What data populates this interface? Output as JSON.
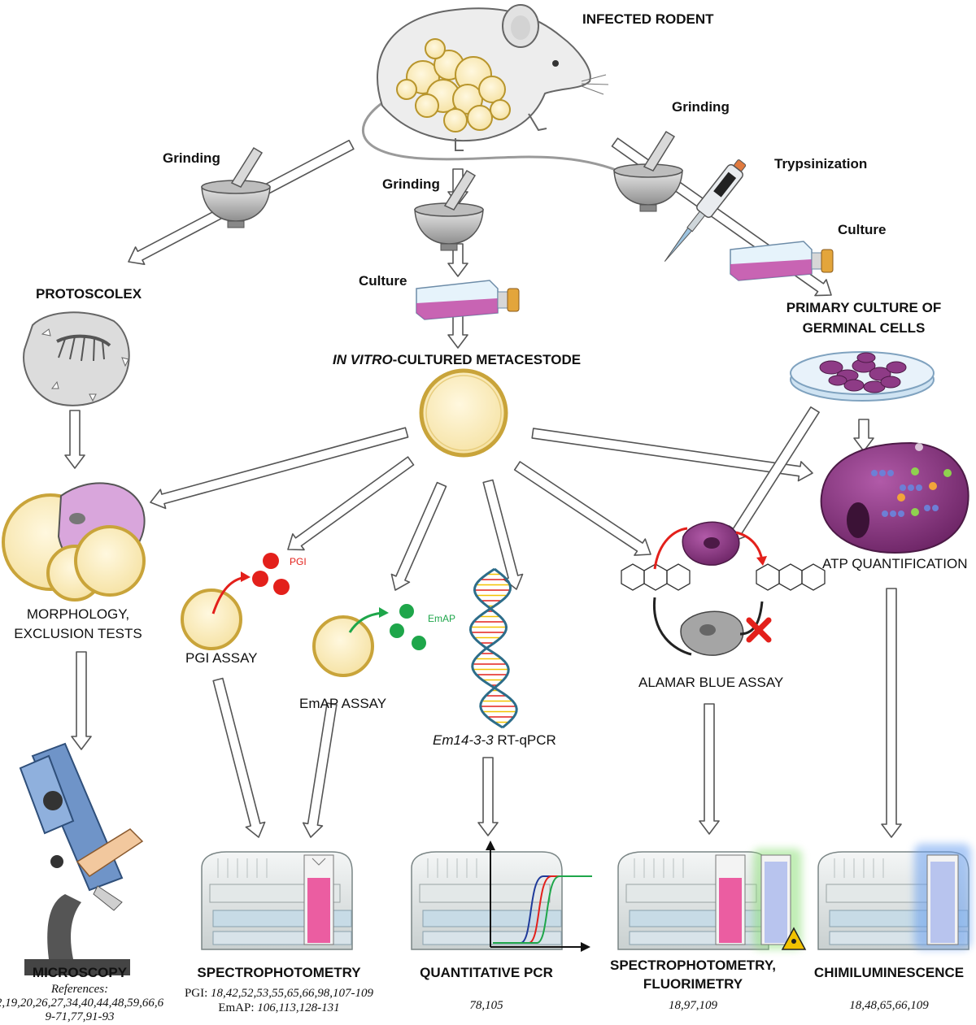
{
  "top": {
    "infected_rodent": "INFECTED RODENT"
  },
  "steps": {
    "grinding_left": "Grinding",
    "grinding_center": "Grinding",
    "grinding_right": "Grinding",
    "trypsinization": "Trypsinization",
    "culture_center": "Culture",
    "culture_right": "Culture"
  },
  "sources": {
    "protoscolex": "PROTOSCOLEX",
    "metacestode_italic": "IN VITRO",
    "metacestode_rest": "-CULTURED METACESTODE",
    "primary_culture_line1": "PRIMARY CULTURE OF",
    "primary_culture_line2": "GERMINAL CELLS"
  },
  "assays": {
    "morphology_line1": "MORPHOLOGY,",
    "morphology_line2": "EXCLUSION TESTS",
    "pgi_assay": "PGI ASSAY",
    "pgi_marker": "PGI",
    "emap_assay": "EmAP ASSAY",
    "emap_marker": "EmAP",
    "qpcr_italic": "Em14-3-3",
    "qpcr_rest": " RT-qPCR",
    "alamar": "ALAMAR BLUE ASSAY",
    "atp": "ATP QUANTIFICATION"
  },
  "methods": {
    "microscopy": "MICROSCOPY",
    "spectro": "SPECTROPHOTOMETRY",
    "qpcr": "QUANTITATIVE PCR",
    "spectro_fluo_line1": "SPECTROPHOTOMETRY,",
    "spectro_fluo_line2": "FLUORIMETRY",
    "chimi": "CHIMILUMINESCENCE"
  },
  "references": {
    "microscopy_heading": "References:",
    "microscopy_line1": "2,19,20,26,27,34,40,44,48,59,66,6",
    "microscopy_line2": "9-71,77,91-93",
    "spectro_pgi_label": "PGI:",
    "spectro_pgi_refs": "18,42,52,53,55,65,66,98,107-109",
    "spectro_emap_label": "EmAP:",
    "spectro_emap_refs": "106,113,128-131",
    "qpcr": "78,105",
    "spectro_fluo": "18,97,109",
    "chimi": "18,48,65,66,109"
  },
  "colors": {
    "arrow_fill": "#ffffff",
    "arrow_stroke": "#555555",
    "cyst_fill": "#fbefc6",
    "cyst_rim": "#c9a43a",
    "pgi_red": "#e3201b",
    "emap_green": "#1ea64a",
    "germinal_purple": "#8e3b86",
    "magenta_culture": "#c24aa6",
    "cuvette_pink": "#ea4c98",
    "cuvette_blue": "#b8c4ee",
    "curve_blue": "#1f3a9a",
    "curve_red": "#e3201b",
    "curve_green": "#1ea64a"
  },
  "icons": {
    "rodent": "mouse-icon",
    "mortar": "mortar-pestle-icon",
    "pipette": "pipette-icon",
    "flask": "culture-flask-icon",
    "petri": "petri-dish-icon",
    "microscope": "microscope-icon",
    "spectrophotometer": "spectrophotometer-icon",
    "dna": "dna-helix-icon",
    "laser": "laser-warning-icon",
    "cross": "red-cross-icon"
  }
}
